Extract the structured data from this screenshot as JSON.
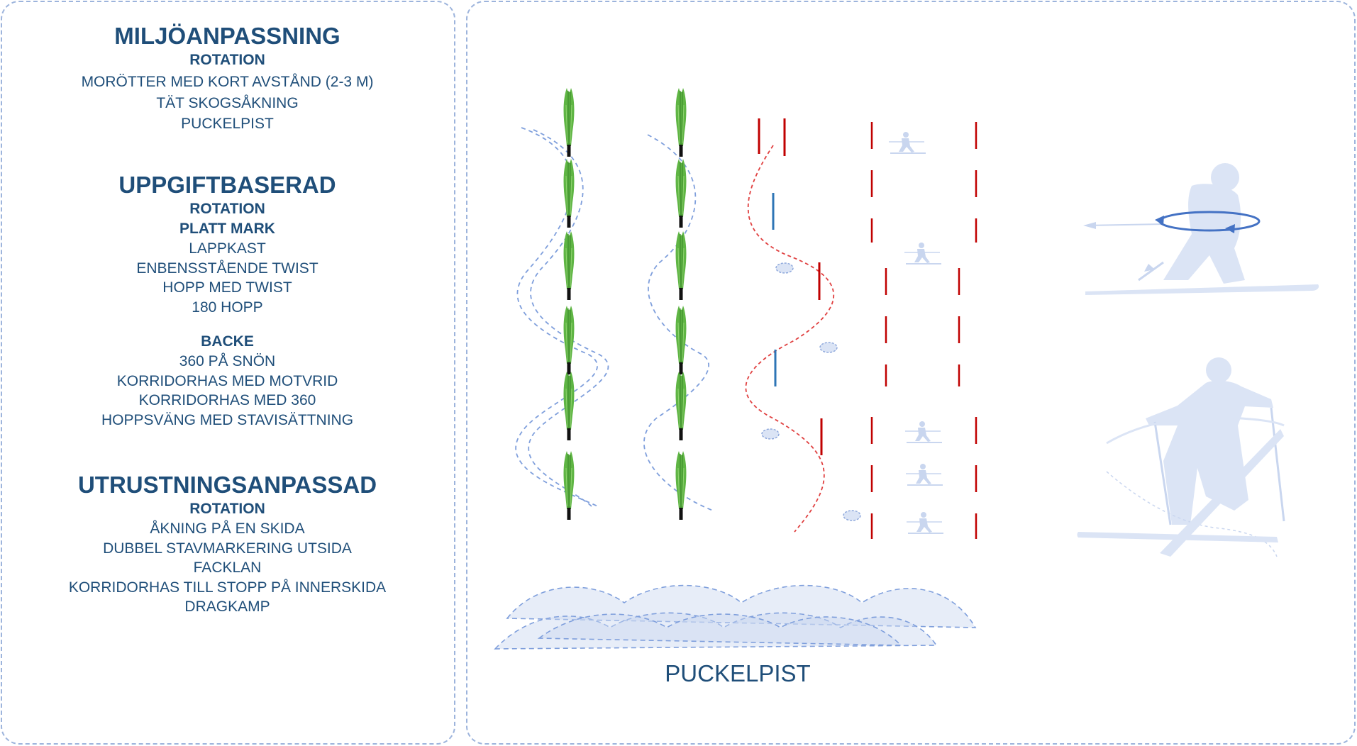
{
  "sections": [
    {
      "title": "MILJÖANPASSNING",
      "groups": [
        {
          "heading": "ROTATION",
          "items": [
            "MORÖTTER MED KORT AVSTÅND (2-3 M)",
            "TÄT SKOGSÅKNING",
            "PUCKELPIST"
          ]
        }
      ]
    },
    {
      "title": "UPPGIFTBASERAD",
      "groups": [
        {
          "heading": "ROTATION",
          "items": []
        },
        {
          "heading": "PLATT MARK",
          "items": [
            "LAPPKAST",
            "ENBENSSTÅENDE TWIST",
            "HOPP MED TWIST",
            "180 HOPP"
          ]
        },
        {
          "heading": "BACKE",
          "items": [
            "360 PÅ SNÖN",
            "KORRIDORHAS MED MOTVRID",
            "KORRIDORHAS MED 360",
            "HOPPSVÄNG MED STAVISÄTTNING"
          ]
        }
      ]
    },
    {
      "title": "UTRUSTNINGSANPASSAD",
      "groups": [
        {
          "heading": "ROTATION",
          "items": [
            "ÅKNING PÅ EN SKIDA",
            "DUBBEL STAVMARKERING UTSIDA",
            "FACKLAN",
            "KORRIDORHAS TILL STOPP PÅ INNERSKIDA",
            "DRAGKAMP"
          ]
        }
      ]
    }
  ],
  "diagram": {
    "label": "PUCKELPIST",
    "colors": {
      "text": "#1f4e79",
      "carrot_green": "#5fb544",
      "gate_red": "#c00000",
      "gate_blue": "#2e75b6",
      "track_dash": "#7f9fdc",
      "skier_fill": "#dbe4f5",
      "rotation_arrow": "#4472c4"
    },
    "icons": [
      "carrot-marker-icon",
      "red-gate-pole-icon",
      "blue-gate-pole-icon",
      "snow-cloud-icon",
      "mogul-hills-icon",
      "skier-rotation-icon",
      "skier-front-icon",
      "small-skier-icon"
    ]
  }
}
